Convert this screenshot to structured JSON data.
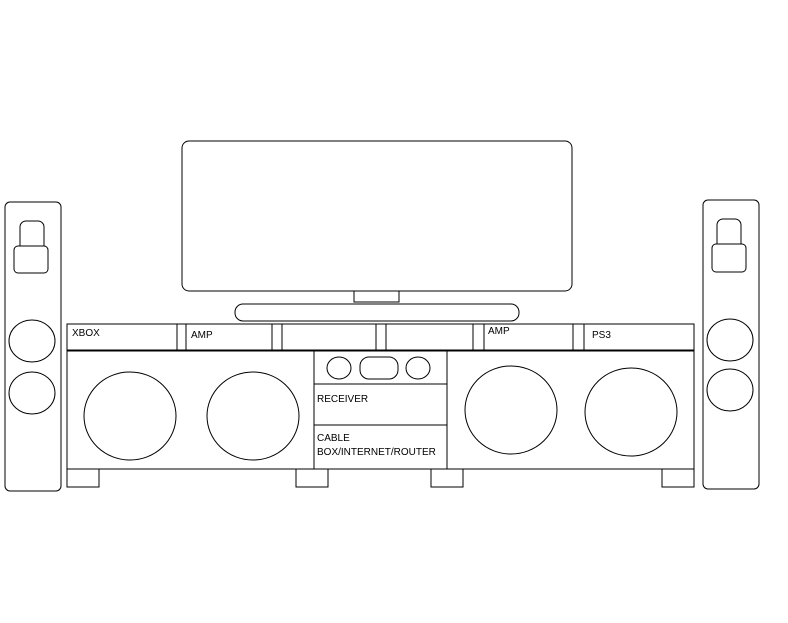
{
  "labels": {
    "xbox": "XBOX",
    "amp_left": "AMP",
    "amp_right": "AMP",
    "ps3": "PS3",
    "receiver": "RECEIVER",
    "cable_line1": "CABLE",
    "cable_line2": "BOX/INTERNET/ROUTER"
  },
  "colors": {
    "stroke": "#000000",
    "background": "#ffffff"
  }
}
